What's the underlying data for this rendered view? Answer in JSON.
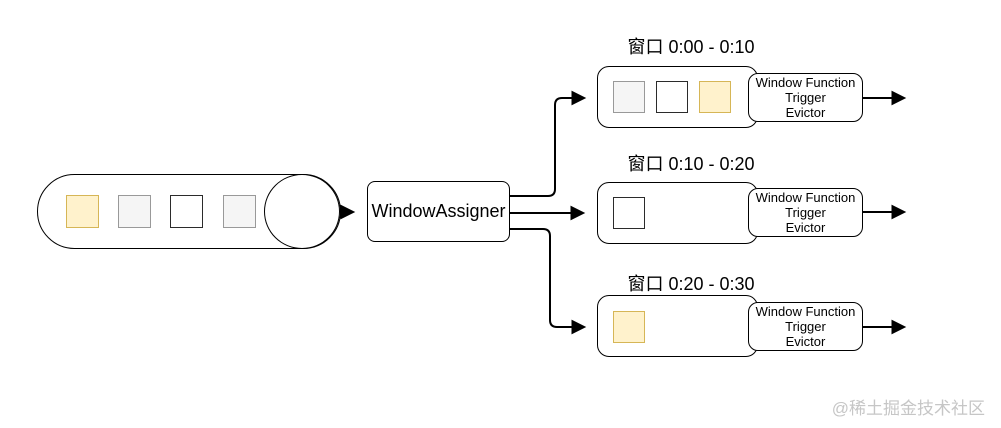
{
  "diagram": {
    "stream": {
      "squares": [
        "yellow",
        "gray",
        "white",
        "gray"
      ]
    },
    "assigner": {
      "label": "WindowAssigner"
    },
    "windows": [
      {
        "title": "窗口 0:00 - 0:10",
        "squares": [
          "gray",
          "white",
          "yellow"
        ],
        "fn": [
          "Window Function",
          "Trigger",
          "Evictor"
        ]
      },
      {
        "title": "窗口 0:10 - 0:20",
        "squares": [
          "white"
        ],
        "fn": [
          "Window Function",
          "Trigger",
          "Evictor"
        ]
      },
      {
        "title": "窗口 0:20 - 0:30",
        "squares": [
          "yellow"
        ],
        "fn": [
          "Window Function",
          "Trigger",
          "Evictor"
        ]
      }
    ],
    "watermark": "@稀土掘金技术社区",
    "colors": {
      "yellow_fill": "#FFF2CC",
      "yellow_border": "#D6B656",
      "gray_fill": "#F5F5F5",
      "gray_border": "#999999",
      "white_fill": "#FFFFFF",
      "white_border": "#2B2B2B",
      "line": "#000000",
      "watermark_text": "#C6C6C6"
    }
  }
}
